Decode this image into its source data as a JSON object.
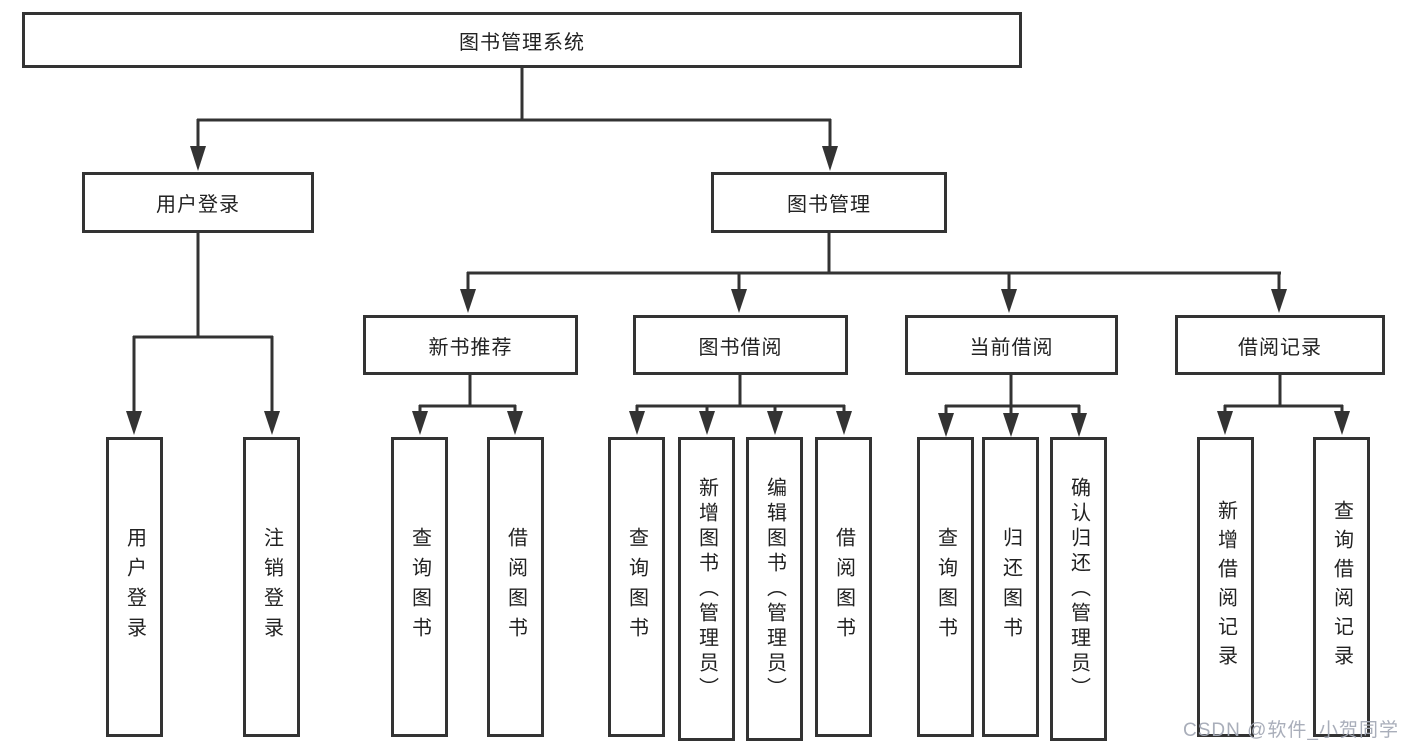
{
  "diagram": {
    "root": {
      "label": "图书管理系统"
    },
    "user_login": {
      "label": "用户登录",
      "children": [
        {
          "label": "用户登录"
        },
        {
          "label": "注销登录"
        }
      ]
    },
    "book_mgmt": {
      "label": "图书管理",
      "sections": [
        {
          "label": "新书推荐",
          "children": [
            {
              "label": "查询图书"
            },
            {
              "label": "借阅图书"
            }
          ]
        },
        {
          "label": "图书借阅",
          "children": [
            {
              "label": "查询图书"
            },
            {
              "label": "新增图书（管理员）"
            },
            {
              "label": "编辑图书（管理员）"
            },
            {
              "label": "借阅图书"
            }
          ]
        },
        {
          "label": "当前借阅",
          "children": [
            {
              "label": "查询图书"
            },
            {
              "label": "归还图书"
            },
            {
              "label": "确认归还（管理员）"
            }
          ]
        },
        {
          "label": "借阅记录",
          "children": [
            {
              "label": "新增借阅记录"
            },
            {
              "label": "查询借阅记录"
            }
          ]
        }
      ]
    },
    "colors": {
      "line": "#333333",
      "box_background": "#ffffff",
      "watermark": "#a4aab6"
    }
  },
  "watermark": {
    "text": "CSDN @软件_小贺同学"
  }
}
